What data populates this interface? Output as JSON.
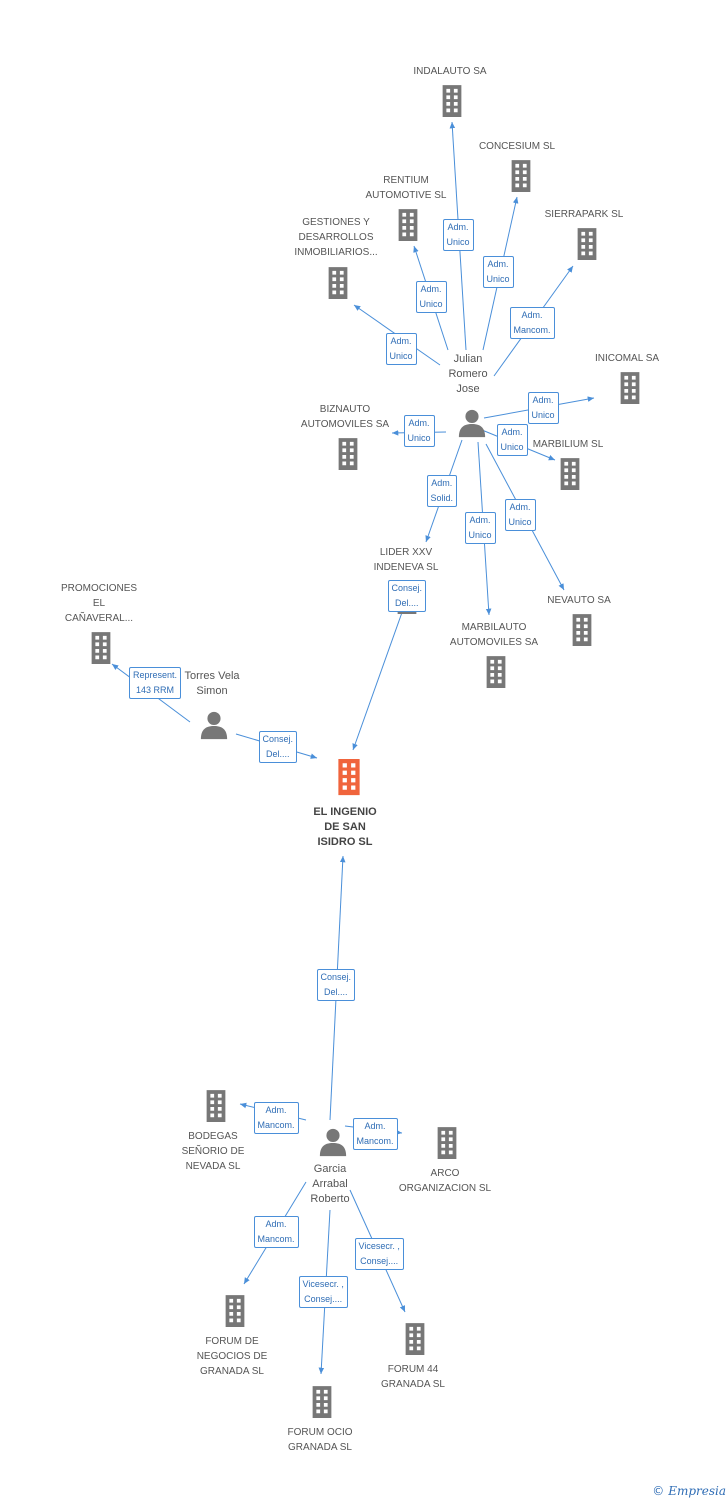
{
  "colors": {
    "edge": "#4a8fd9",
    "node": "#777777",
    "main_node": "#f0643c",
    "label_border": "#4a8fd9"
  },
  "main_company": {
    "name_lines": [
      "EL INGENIO",
      "DE SAN",
      "ISIDRO SL"
    ],
    "icon": "building-icon"
  },
  "people": [
    {
      "id": "julian",
      "name_lines": [
        "Julian",
        "Romero",
        "Jose"
      ],
      "icon": "person-icon"
    },
    {
      "id": "torres",
      "name_lines": [
        "Torres Vela",
        "Simon"
      ],
      "icon": "person-icon"
    },
    {
      "id": "garcia",
      "name_lines": [
        "Garcia",
        "Arrabal",
        "Roberto"
      ],
      "icon": "person-icon"
    }
  ],
  "companies": [
    {
      "id": "indalauto",
      "name_lines": [
        "INDALAUTO SA"
      ]
    },
    {
      "id": "concesium",
      "name_lines": [
        "CONCESIUM SL"
      ]
    },
    {
      "id": "rentium",
      "name_lines": [
        "RENTIUM",
        "AUTOMOTIVE SL"
      ]
    },
    {
      "id": "sierrapark",
      "name_lines": [
        "SIERRAPARK SL"
      ]
    },
    {
      "id": "gestiones",
      "name_lines": [
        "GESTIONES Y",
        "DESARROLLOS",
        "INMOBILIARIOS..."
      ]
    },
    {
      "id": "inicomal",
      "name_lines": [
        "INICOMAL SA"
      ]
    },
    {
      "id": "biznauto",
      "name_lines": [
        "BIZNAUTO",
        "AUTOMOVILES SA"
      ]
    },
    {
      "id": "marbilium",
      "name_lines": [
        "MARBILIUM SL"
      ]
    },
    {
      "id": "lider",
      "name_lines": [
        "LIDER XXV",
        "INDENEVA SL"
      ]
    },
    {
      "id": "nevauto",
      "name_lines": [
        "NEVAUTO SA"
      ]
    },
    {
      "id": "marbilauto",
      "name_lines": [
        "MARBILAUTO",
        "AUTOMOVILES SA"
      ]
    },
    {
      "id": "promociones",
      "name_lines": [
        "PROMOCIONES",
        "EL",
        "CAÑAVERAL..."
      ]
    },
    {
      "id": "bodegas",
      "name_lines": [
        "BODEGAS",
        "SEÑORIO DE",
        "NEVADA SL"
      ]
    },
    {
      "id": "arco",
      "name_lines": [
        "ARCO",
        "ORGANIZACION SL"
      ]
    },
    {
      "id": "forum_negocios",
      "name_lines": [
        "FORUM DE",
        "NEGOCIOS DE",
        "GRANADA SL"
      ]
    },
    {
      "id": "forum44",
      "name_lines": [
        "FORUM 44",
        "GRANADA SL"
      ]
    },
    {
      "id": "forum_ocio",
      "name_lines": [
        "FORUM OCIO",
        "GRANADA SL"
      ]
    }
  ],
  "relations": [
    {
      "from": "julian",
      "to": "indalauto",
      "label": [
        "Adm.",
        "Unico"
      ]
    },
    {
      "from": "julian",
      "to": "concesium",
      "label": [
        "Adm.",
        "Unico"
      ]
    },
    {
      "from": "julian",
      "to": "rentium",
      "label": [
        "Adm.",
        "Unico"
      ]
    },
    {
      "from": "julian",
      "to": "sierrapark",
      "label": [
        "Adm.",
        "Mancom."
      ]
    },
    {
      "from": "julian",
      "to": "gestiones",
      "label": [
        "Adm.",
        "Unico"
      ]
    },
    {
      "from": "julian",
      "to": "inicomal",
      "label": [
        "Adm.",
        "Unico"
      ]
    },
    {
      "from": "julian",
      "to": "marbilium",
      "label": [
        "Adm.",
        "Unico"
      ]
    },
    {
      "from": "julian",
      "to": "biznauto",
      "label": [
        "Adm.",
        "Unico"
      ]
    },
    {
      "from": "julian",
      "to": "lider",
      "label": [
        "Adm.",
        "Solid."
      ]
    },
    {
      "from": "julian",
      "to": "marbilauto",
      "label": [
        "Adm.",
        "Unico"
      ]
    },
    {
      "from": "julian",
      "to": "nevauto",
      "label": [
        "Adm.",
        "Unico"
      ]
    },
    {
      "from": "julian",
      "to": "main",
      "label": [
        "Consej.",
        "Del...."
      ]
    },
    {
      "from": "torres",
      "to": "main",
      "label": [
        "Consej.",
        "Del...."
      ]
    },
    {
      "from": "torres",
      "to": "promociones",
      "label": [
        "Represent.",
        "143 RRM"
      ]
    },
    {
      "from": "garcia",
      "to": "main",
      "label": [
        "Consej.",
        "Del...."
      ]
    },
    {
      "from": "garcia",
      "to": "bodegas",
      "label": [
        "Adm.",
        "Mancom."
      ]
    },
    {
      "from": "garcia",
      "to": "arco",
      "label": [
        "Adm.",
        "Mancom."
      ]
    },
    {
      "from": "garcia",
      "to": "forum_negocios",
      "label": [
        "Adm.",
        "Mancom."
      ]
    },
    {
      "from": "garcia",
      "to": "forum_ocio",
      "label": [
        "Vicesecr. ,",
        "Consej...."
      ]
    },
    {
      "from": "garcia",
      "to": "forum44",
      "label": [
        "Vicesecr. ,",
        "Consej...."
      ]
    }
  ],
  "footer": {
    "copyright": "©",
    "brand": "Empresia"
  }
}
